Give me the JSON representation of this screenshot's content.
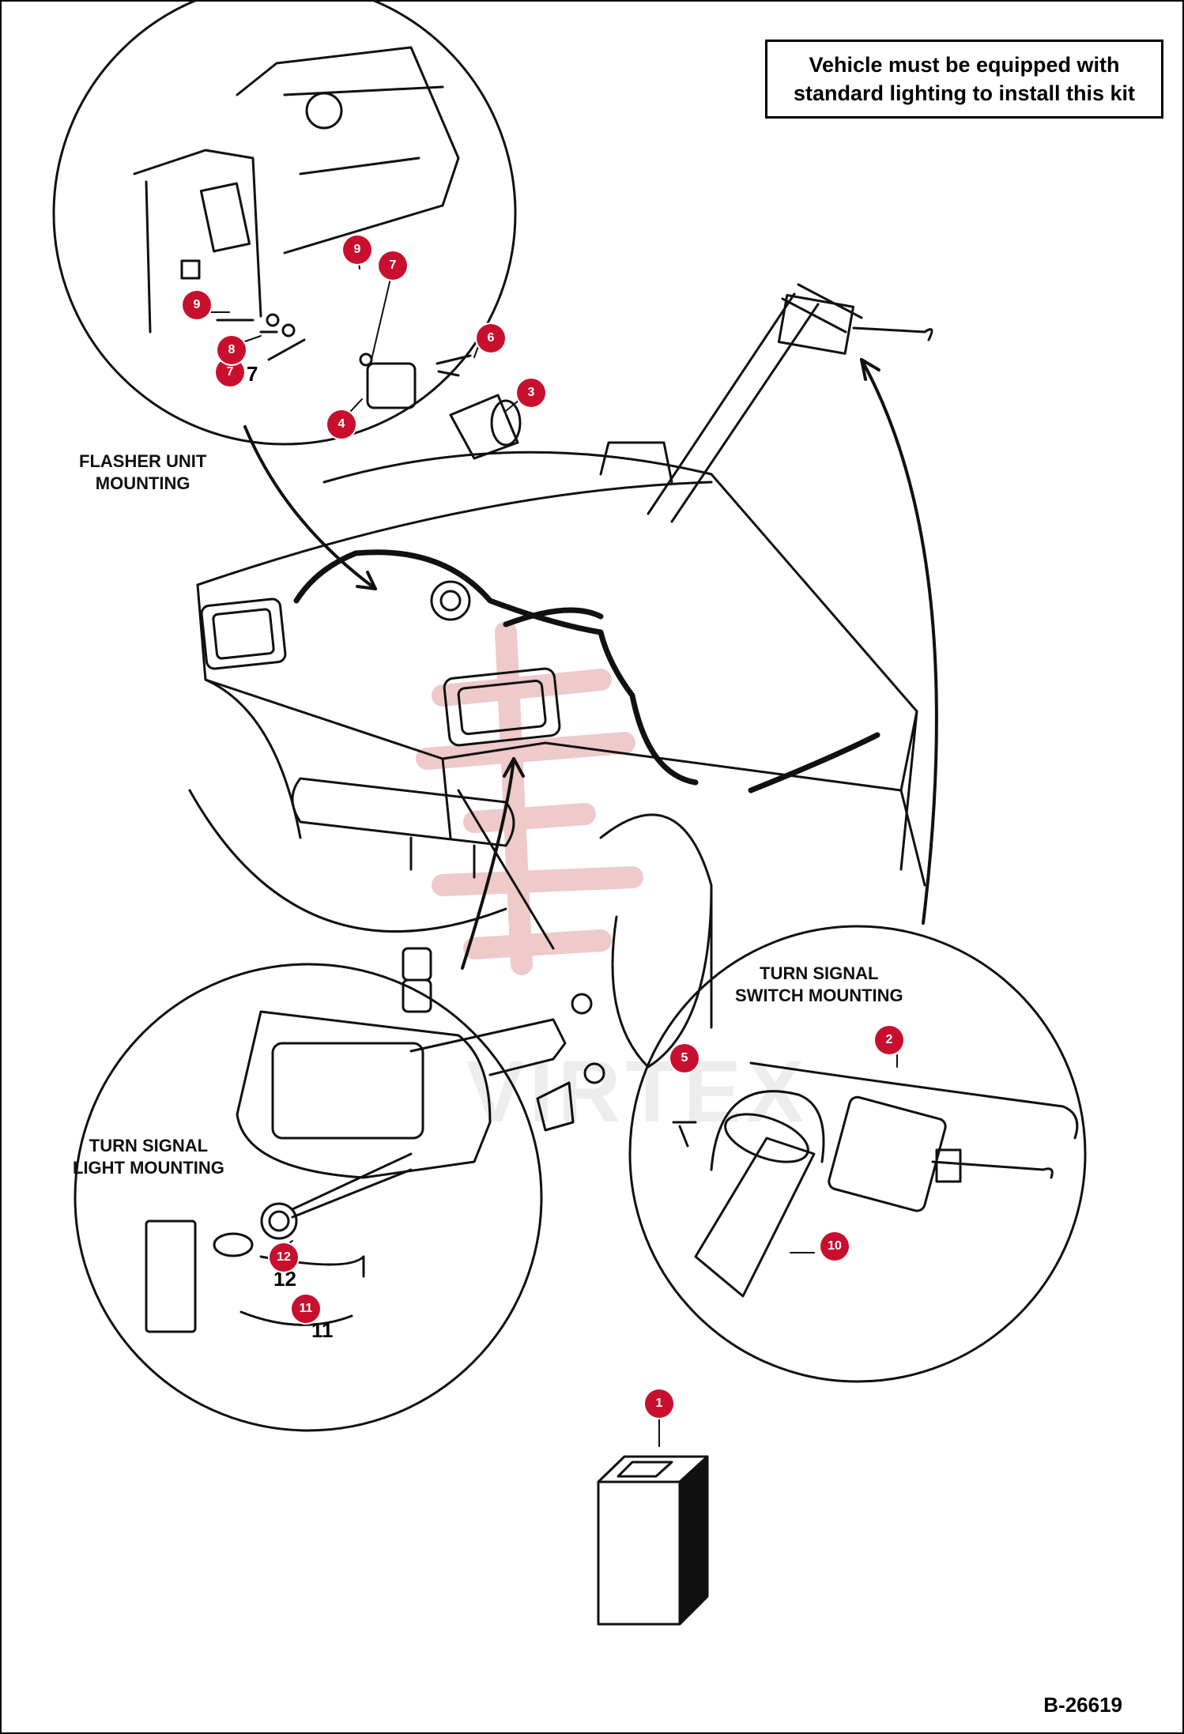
{
  "note": {
    "line1": "Vehicle must be equipped with",
    "line2": "standard lighting to install this kit"
  },
  "captions": {
    "flasher": [
      "FLASHER UNIT",
      "MOUNTING"
    ],
    "switch": [
      "TURN SIGNAL",
      "SWITCH MOUNTING"
    ],
    "light": [
      "TURN SIGNAL",
      "LIGHT MOUNTING"
    ]
  },
  "figure_number": "B-26619",
  "watermark": "VIRTEX",
  "callouts": [
    "1",
    "2",
    "3",
    "4",
    "5",
    "6",
    "7",
    "7",
    "8",
    "9",
    "9",
    "10",
    "11",
    "12"
  ],
  "printed_numbers": [
    "7",
    "12",
    "11"
  ],
  "colors": {
    "callout": "#c8102e",
    "line": "#111111",
    "stamp": "#e8b4b4"
  }
}
